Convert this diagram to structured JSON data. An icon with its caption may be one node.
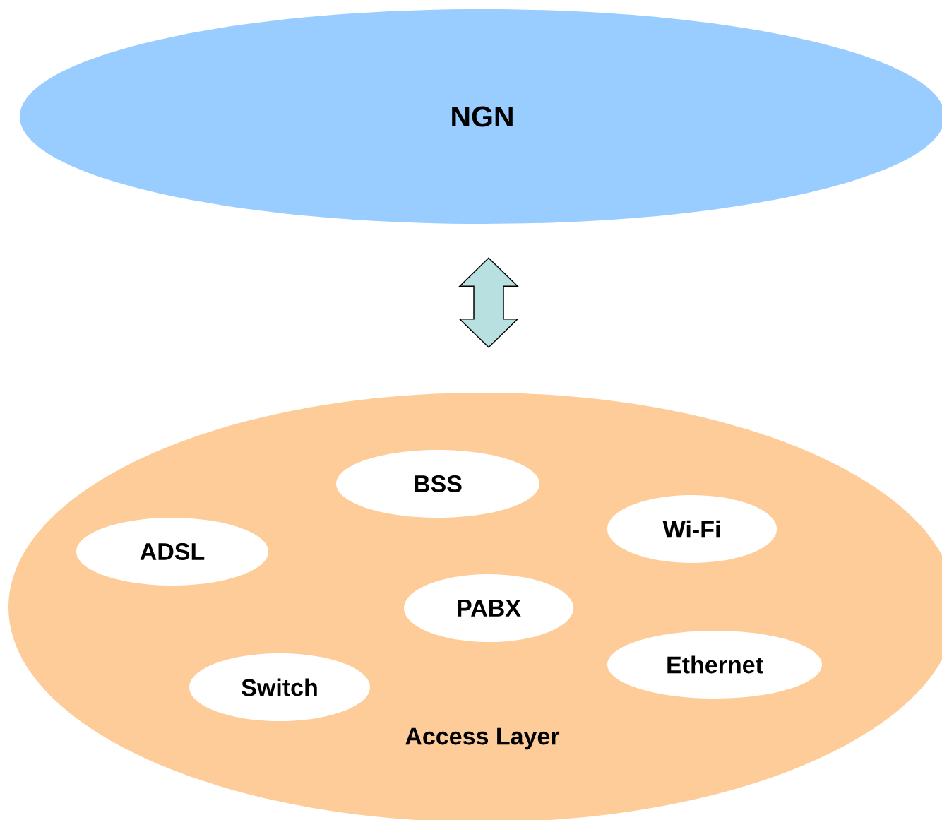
{
  "diagram": {
    "nodes": [
      {
        "text": [
          "NGN"
        ]
      },
      {
        "text": [
          "Access Layer"
        ]
      },
      {
        "text": [
          "BSS"
        ],
        "in": 1
      },
      {
        "text": [
          "ADSL"
        ],
        "in": 1
      },
      {
        "text": [
          "Wi-Fi"
        ],
        "in": 1
      },
      {
        "text": [
          "PABX"
        ],
        "in": 1
      },
      {
        "text": [
          "Ethernet"
        ],
        "in": 1
      },
      {
        "text": [
          "Switch"
        ],
        "in": 1
      }
    ],
    "edges": [
      {
        "from": 0,
        "to": 1,
        "arrow": "both"
      }
    ]
  }
}
